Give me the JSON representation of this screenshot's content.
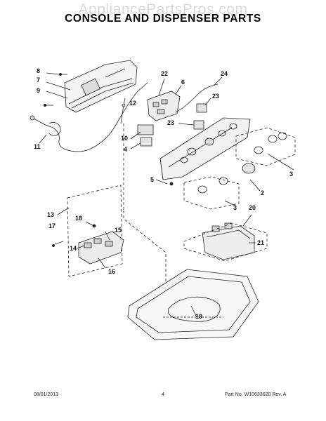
{
  "watermark": "AppliancePartsPros.com",
  "title": "CONSOLE AND DISPENSER PARTS",
  "callouts": {
    "c8": "8",
    "c7": "7",
    "c9": "9",
    "c11": "11",
    "c12": "12",
    "c22": "22",
    "c6": "6",
    "c24": "24",
    "c23a": "23",
    "c23b": "23",
    "c10": "10",
    "c4": "4",
    "c5": "5",
    "c3a": "3",
    "c3b": "3",
    "c2": "2",
    "c20": "20",
    "c21": "21",
    "c13": "13",
    "c17": "17",
    "c18": "18",
    "c15": "15",
    "c14": "14",
    "c16": "16",
    "c19": "19"
  },
  "footer": {
    "date": "08/01/2013",
    "page": "4",
    "part_info": "Part No. W10633620  Rev. A"
  }
}
